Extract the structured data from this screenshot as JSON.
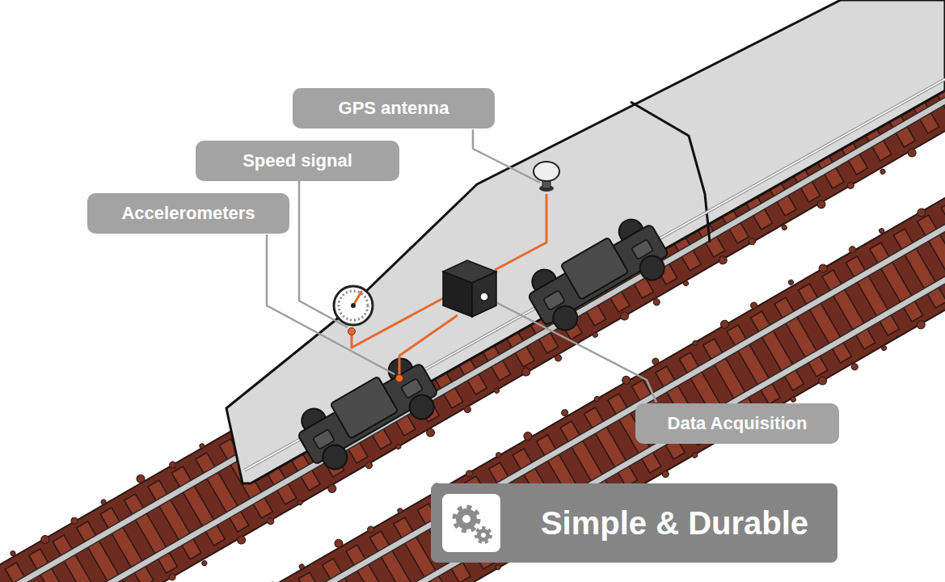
{
  "diagram": {
    "nodes": [
      {
        "text": [
          "GPS antenna"
        ]
      },
      {
        "text": [
          "Speed signal"
        ]
      },
      {
        "text": [
          "Accelerometers"
        ]
      },
      {
        "text": [
          "Data Acquisition"
        ]
      },
      {
        "text": [
          "Simple & Durable"
        ]
      }
    ]
  }
}
